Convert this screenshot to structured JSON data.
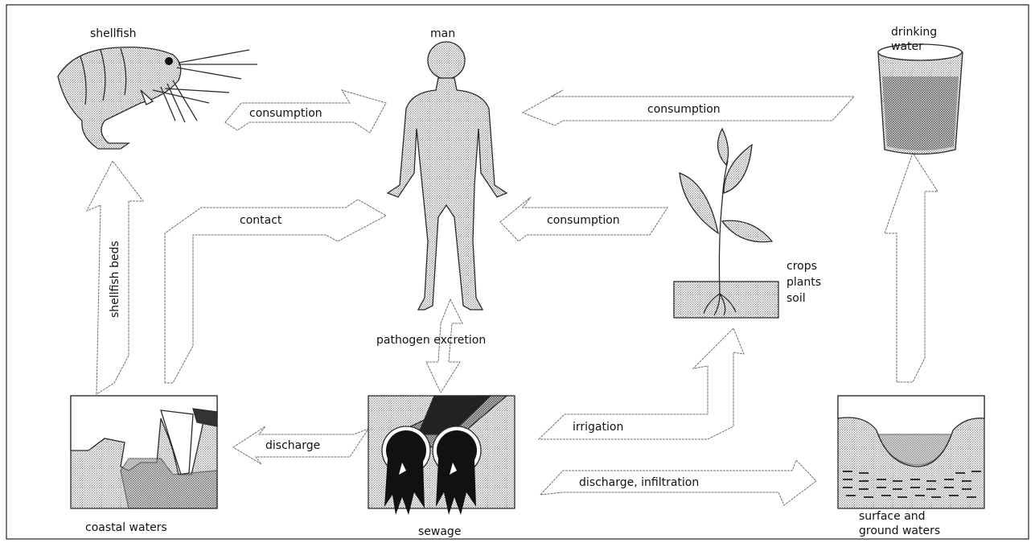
{
  "nodes": {
    "shellfish": "shellfish",
    "man": "man",
    "drinking_water": [
      "drinking",
      "water"
    ],
    "crops": [
      "crops",
      "plants",
      "soil"
    ],
    "coastal_waters": "coastal waters",
    "sewage": "sewage",
    "surface_waters": [
      "surface and",
      "ground waters"
    ]
  },
  "edges": {
    "shellfish_consumption": "consumption",
    "water_consumption": "consumption",
    "contact": "contact",
    "crop_consumption": "consumption",
    "shellfish_beds": "shellfish beds",
    "pathogen_excretion": "pathogen excretion",
    "discharge": "discharge",
    "irrigation": "irrigation",
    "discharge_infiltration": "discharge, infiltration"
  },
  "colors": {
    "arrow_stroke": "#6f6f6f",
    "fill_dot": "#9a9a9a",
    "ink": "#111111"
  }
}
